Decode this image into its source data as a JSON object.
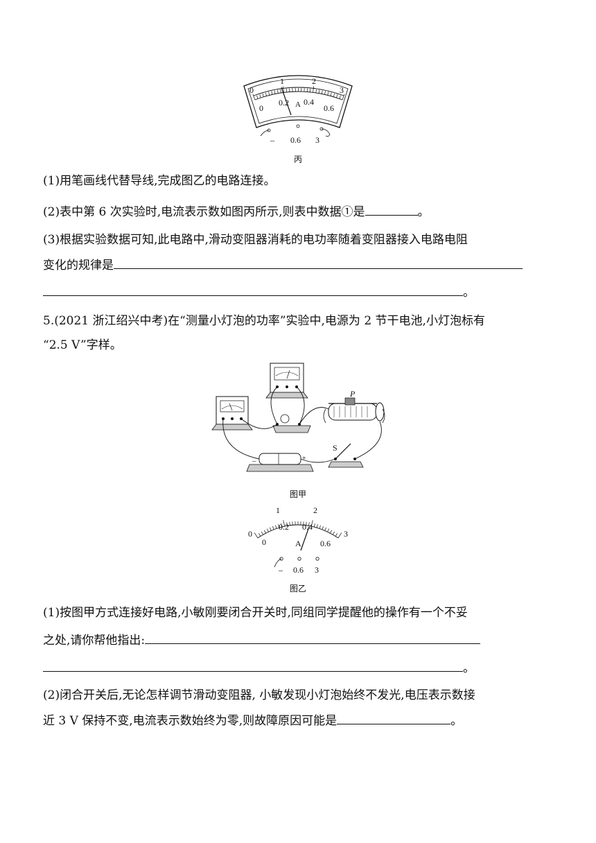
{
  "fig_bing": {
    "top_scale": [
      "0",
      "1",
      "2",
      "3"
    ],
    "bottom_scale": [
      "0",
      "0.2",
      "0.4",
      "0.6"
    ],
    "unit": "A",
    "terminals": [
      "–",
      "0.6",
      "3"
    ],
    "caption": "丙"
  },
  "q4": {
    "item1": "(1)用笔画线代替导线,完成图乙的电路连接。",
    "item2_before": "(2)表中第 6 次实验时,电流表示数如图丙所示,则表中数据①是",
    "item2_after": "。",
    "item3_line1": "(3)根据实验数据可知,此电路中,滑动变阻器消耗的电功率随着变阻器接入电路电阻",
    "item3_line2": "变化的规律是",
    "item3_end": "。"
  },
  "q5": {
    "stem_line1": "5.(2021 浙江绍兴中考)在“测量小灯泡的功率”实验中,电源为 2 节干电池,小灯泡标有",
    "stem_line2": "“2.5 V”字样。",
    "fig_jia": {
      "label_p": "P",
      "label_s": "S",
      "label_minus": "–",
      "label_plus": "+",
      "caption": "图甲"
    },
    "fig_yi": {
      "top_scale": [
        "0",
        "1",
        "2",
        "3"
      ],
      "bottom_scale": [
        "0",
        "0.2",
        "0.4",
        "0.6"
      ],
      "unit": "A",
      "terminals": [
        "–",
        "0.6",
        "3"
      ],
      "caption": "图乙"
    },
    "item1_line1": "(1)按图甲方式连接好电路,小敏刚要闭合开关时,同组同学提醒他的操作有一个不妥",
    "item1_line2": "之处,请你帮他指出:",
    "item1_end": "。",
    "item2_line1": "(2)闭合开关后,无论怎样调节滑动变阻器, 小敏发现小灯泡始终不发光,电压表示数接",
    "item2_line2": "近 3 V 保持不变,电流表示数始终为零,则故障原因可能是",
    "item2_end": "。"
  }
}
